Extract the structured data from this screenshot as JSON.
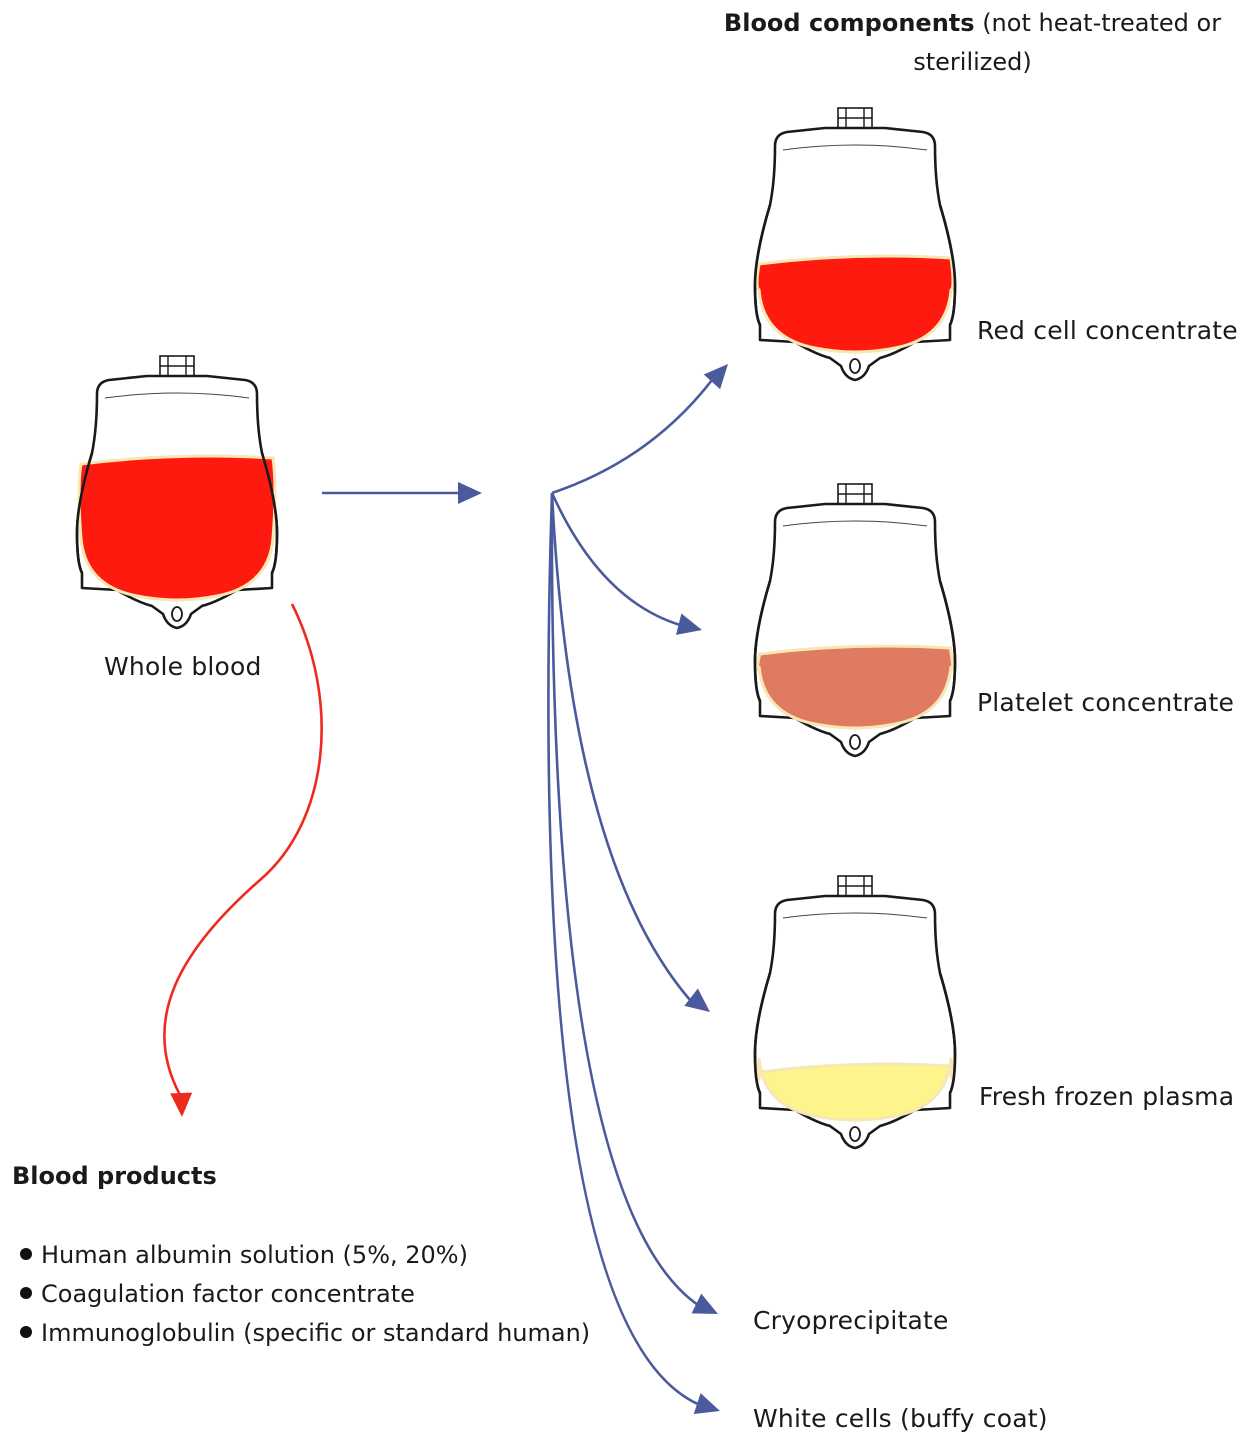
{
  "header": {
    "bold": "Blood components",
    "rest_line1": " (not heat-treated or",
    "rest_line2": "sterilized)"
  },
  "bags": {
    "whole_blood": {
      "label": "Whole blood",
      "fill": "#ff1a10"
    },
    "red_cell": {
      "label": "Red cell concentrate",
      "fill": "#ff1a10"
    },
    "platelet": {
      "label": "Platelet concentrate",
      "fill": "#e07a60"
    },
    "plasma": {
      "label": "Fresh frozen plasma",
      "fill": "#fdf58c"
    }
  },
  "other_components": {
    "cryo": "Cryoprecipitate",
    "white_cells": "White cells (buffy coat)"
  },
  "products": {
    "title": "Blood products",
    "items": [
      "Human albumin solution (5%, 20%)",
      "Coagulation factor concentrate",
      "Immunoglobulin (specific or standard human)"
    ]
  },
  "colors": {
    "blue_arrow": "#4a5a9c",
    "red_arrow": "#ee2a1f",
    "outline": "#1a1a1a",
    "rim": "#f7e7b5"
  }
}
